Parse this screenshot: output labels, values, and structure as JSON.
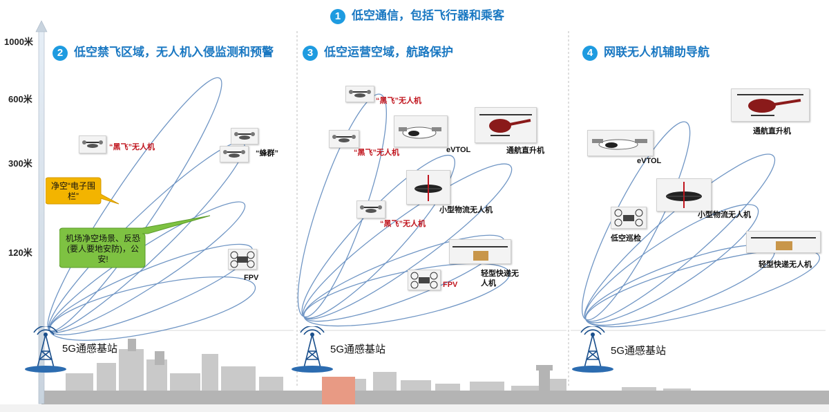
{
  "main_title": {
    "num": "1",
    "text": "低空通信，包括飞行器和乘客"
  },
  "axis": {
    "label_1000": "1000米",
    "label_600": "600米",
    "label_300": "300米",
    "label_120": "120米"
  },
  "section2": {
    "num": "2",
    "title": "低空禁飞区域，无人机入侵监测和预警"
  },
  "section3": {
    "num": "3",
    "title": "低空运营空域，航路保护"
  },
  "section4": {
    "num": "4",
    "title": "网联无人机辅助导航"
  },
  "callouts": {
    "yellow": "净空“电子围栏”",
    "green": "机场净空场景、反恐(要人要地安防)，公安!"
  },
  "labels": {
    "s2_black_fly": "“黑飞”无人机",
    "s2_swarm": "“蜂群”",
    "s2_fpv": "FPV",
    "s3_black_fly_1": "“黑飞”无人机",
    "s3_black_fly_2": "“黑飞”无人机",
    "s3_black_fly_3": "“黑飞”无人机",
    "s3_evtol": "eVTOL",
    "s3_heli": "通航直升机",
    "s3_logistics": "小型物流无人机",
    "s3_fpv": "FPV",
    "s3_delivery": "轻型快递无人机",
    "s4_evtol": "eVTOL",
    "s4_heli": "通航直升机",
    "s4_logistics": "小型物流无人机",
    "s4_patrol": "低空巡检",
    "s4_delivery": "轻型快递无人机"
  },
  "stations": {
    "s1": "5G通感基站",
    "s2": "5G通感基站",
    "s3": "5G通感基站"
  },
  "colors": {
    "title_blue": "#1a78c2",
    "number_badge": "#1e9be0",
    "beam_blue": "#6f95c4",
    "warning_red": "#c0141d",
    "callout_yellow": "#f3b400",
    "callout_green": "#7ec242"
  },
  "icons": [
    "drone-icon",
    "helicopter-icon",
    "evtol-icon",
    "cell-tower-icon",
    "city-skyline"
  ]
}
